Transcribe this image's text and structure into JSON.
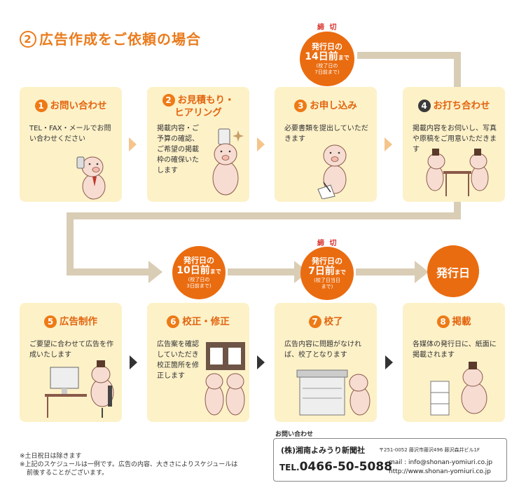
{
  "title": {
    "num": "2",
    "text": "広告作成をご依頼の場合"
  },
  "deadline_label": "締 切",
  "deadline1": {
    "line1": "発行日の",
    "line2": "14日前",
    "suffix": "まで",
    "note1": "(校了日の",
    "note2": "7日前まで)"
  },
  "mid1": {
    "line1": "発行日の",
    "line2": "10日前",
    "suffix": "まで",
    "note1": "(校了日の",
    "note2": "3日前まで)"
  },
  "deadline2": {
    "line1": "発行日の",
    "line2": "7日前",
    "suffix": "まで",
    "note1": "(校了日当日",
    "note2": "まで)"
  },
  "publish": {
    "label": "発行日"
  },
  "steps": [
    {
      "num": "1",
      "title": "お問い合わせ",
      "body": "TEL・FAX・メールでお問い合わせください"
    },
    {
      "num": "2",
      "title1": "お見積もり・",
      "title2": "ヒアリング",
      "body": "掲載内容・ご予算の確認、ご希望の掲載枠の確保いたします"
    },
    {
      "num": "3",
      "title": "お申し込み",
      "body": "必要書類を提出していただきます"
    },
    {
      "num": "4",
      "title": "お打ち合わせ",
      "body": "掲載内容をお伺いし、写真や原稿をご用意いただきます"
    },
    {
      "num": "5",
      "title": "広告制作",
      "body": "ご要望に合わせて広告を作成いたします"
    },
    {
      "num": "6",
      "title": "校正・修正",
      "body": "広告案を確認していただき校正箇所を修正します"
    },
    {
      "num": "7",
      "title": "校了",
      "body": "広告内容に問題がなければ、校了となります"
    },
    {
      "num": "8",
      "title": "掲載",
      "body": "各媒体の発行日に、紙面に掲載されます"
    }
  ],
  "notes": {
    "n1": "※土日祝日は除きます",
    "n2": "※上記のスケジュールは一例です。広告の内容、大きさによりスケジュールは",
    "n3": "前後することがございます。"
  },
  "contact": {
    "label": "お問い合わせ",
    "company": "(株)湘南よみうり新聞社",
    "address": "〒251-0052 藤沢市藤沢496 藤沢森井ビル1F",
    "tel_prefix": "TEL.",
    "tel": "0466-50-5088",
    "mail": "mail : info@shonan-yomiuri.co.jp",
    "url": "http://www.shonan-yomiuri.co.jp"
  },
  "colors": {
    "orange": "#ea6c10",
    "card": "#fdf1c8",
    "flow": "#d9cdb5",
    "deadline": "#d8322c"
  }
}
